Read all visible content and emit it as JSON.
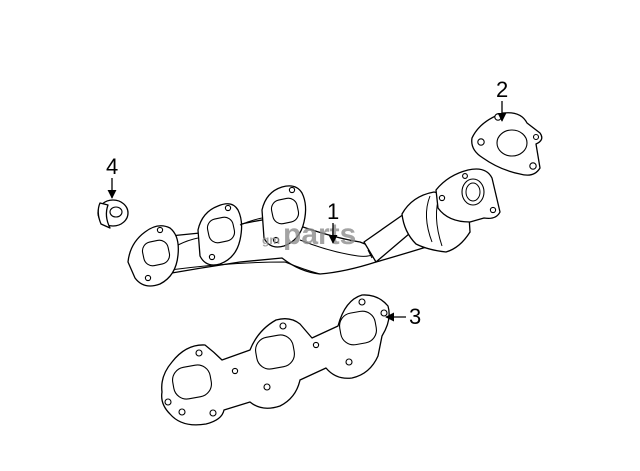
{
  "callouts": [
    {
      "number": "1",
      "part": "exhaust-manifold"
    },
    {
      "number": "2",
      "part": "converter-gasket"
    },
    {
      "number": "3",
      "part": "manifold-gasket"
    },
    {
      "number": "4",
      "part": "nut"
    }
  ],
  "watermark": {
    "text": "parts",
    "prefix": "gm"
  },
  "colors": {
    "line": "#000000",
    "background": "#ffffff",
    "watermark": "#8c8c8c"
  }
}
